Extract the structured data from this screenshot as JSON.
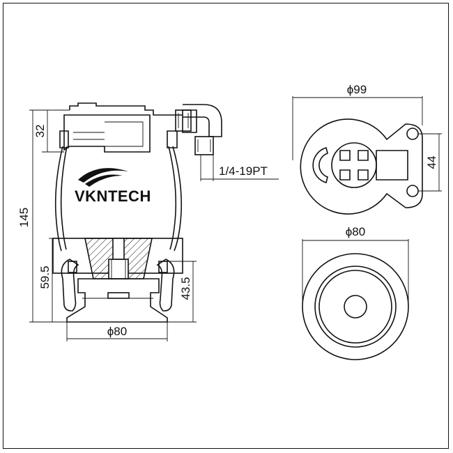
{
  "brand": {
    "logo_text": "VKNTECH",
    "accent_color": "#111111"
  },
  "dimensions": {
    "overall_height": "145",
    "top_height": "32",
    "lower_height": "59.5",
    "piston_height": "43.5",
    "piston_diameter_side": "ϕ80",
    "top_diameter": "ϕ99",
    "bottom_diameter": "ϕ80",
    "stud_spacing": "44",
    "thread": "1/4-19PT"
  }
}
